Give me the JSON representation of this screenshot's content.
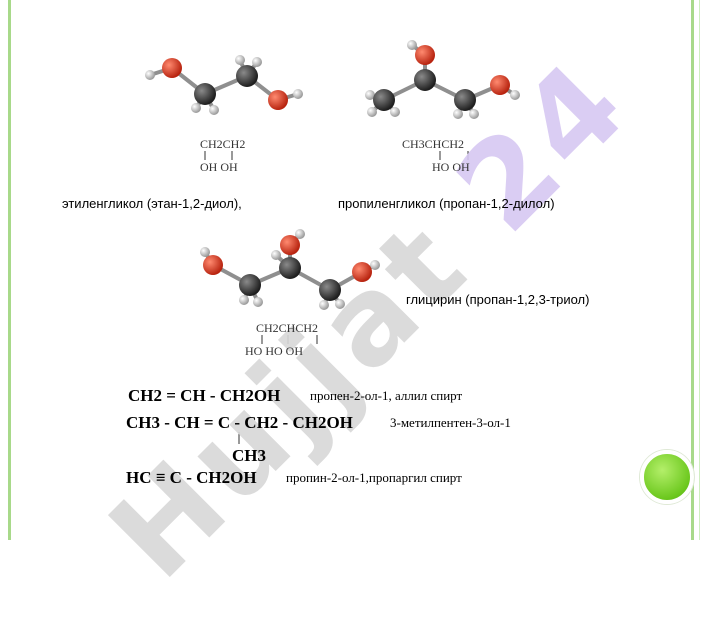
{
  "molecules": {
    "ethylene_glycol": {
      "formula_top": "CH2CH2",
      "formula_bottom": "OH OH",
      "caption": "этиленгликол (этан-1,2-диол),"
    },
    "propylene_glycol": {
      "formula_top": "CH3CHCH2",
      "formula_bottom": "HO  OH",
      "caption": "пропиленгликол (пропан-1,2-дилол)"
    },
    "glycerol": {
      "formula_top": "CH2CHCH2",
      "formula_bottom": "HO HO  OH",
      "caption": "глицирин (пропан-1,2,3-триол)"
    }
  },
  "equations": [
    {
      "formula": "CH2 = CH - CH2OH",
      "name": "пропен-2-ол-1, аллил спирт"
    },
    {
      "formula": "CH3 - CH = C - CH2 - CH2OH",
      "name": "3-метилпентен-3-ол-1"
    },
    {
      "formula": "CH3",
      "name": ""
    },
    {
      "formula": "HC ≡ C - CH2OH",
      "name": "пропин-2-ол-1,пропаргил спирт"
    }
  ],
  "watermark": "Hujjat 24",
  "colors": {
    "frame": "#a8d98a",
    "dot": "#6cc81e",
    "oxygen": "#d63c22",
    "carbon": "#3a3a3a",
    "hydrogen": "#cfcfcf"
  }
}
